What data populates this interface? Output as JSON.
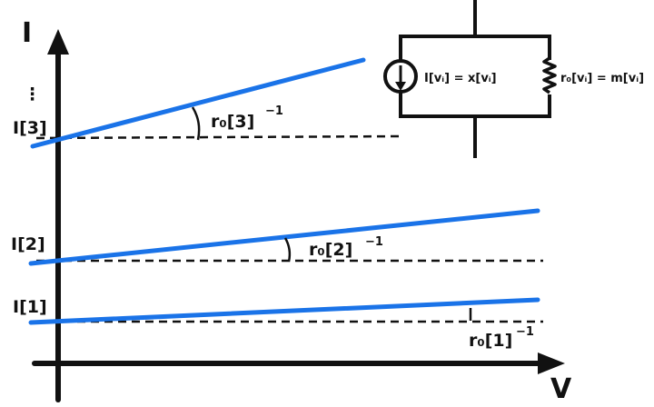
{
  "axes": {
    "y_label": "I",
    "x_label": "V",
    "ellipsis": "⋮",
    "colors": {
      "axis": "#111111",
      "line": "#1a73e8",
      "dashed": "#111111"
    }
  },
  "levels": [
    {
      "id": "1",
      "intercept_label": "I[1]",
      "slope_label": "r₀[1]",
      "slope_sup": "−1"
    },
    {
      "id": "2",
      "intercept_label": "I[2]",
      "slope_label": "r₀[2]",
      "slope_sup": "−1"
    },
    {
      "id": "3",
      "intercept_label": "I[3]",
      "slope_label": "r₀[3]",
      "slope_sup": "−1"
    }
  ],
  "circuit": {
    "source_label": "I[vᵢ] = x[vᵢ]",
    "resistor_label": "r₀[vᵢ] = m[vᵢ]"
  }
}
